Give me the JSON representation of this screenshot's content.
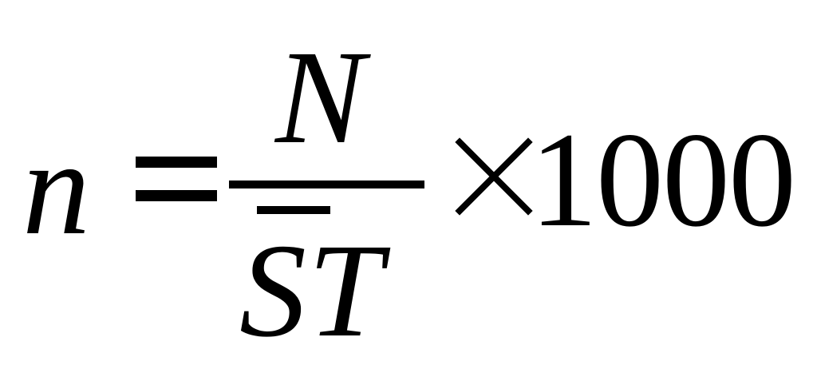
{
  "formula": {
    "variable": "n",
    "numerator": "N",
    "denominator": "ST",
    "multiplier": "1000",
    "equals_symbol": "=",
    "times_symbol": "×"
  }
}
